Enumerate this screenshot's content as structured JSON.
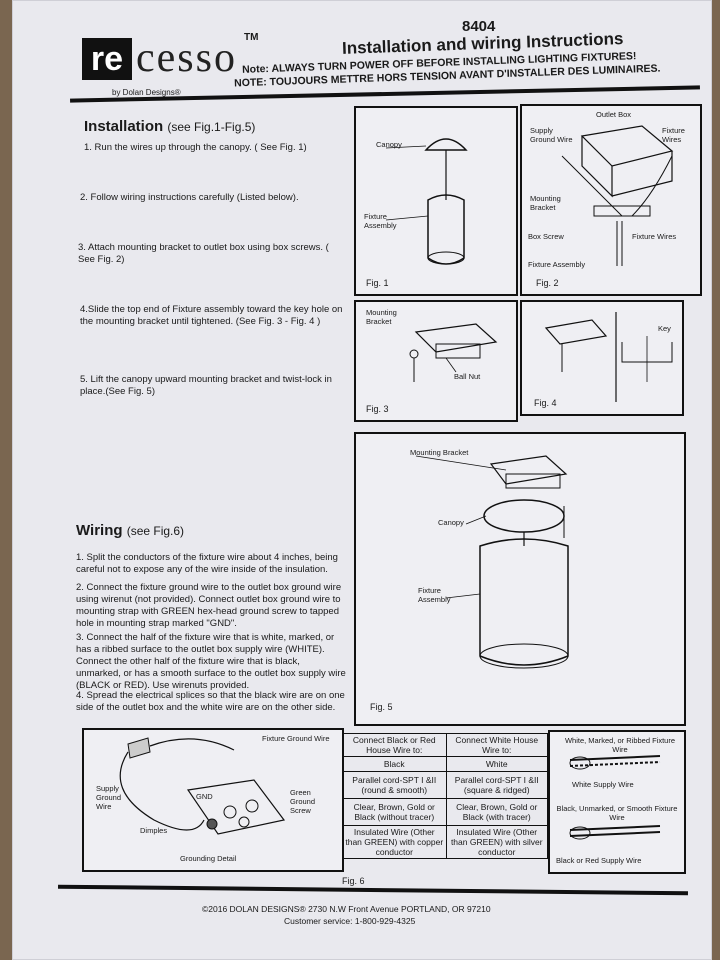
{
  "brand": {
    "re": "re",
    "cesso": "cesso",
    "tm": "TM",
    "by": "by Dolan Designs®"
  },
  "header": {
    "model": "8404",
    "title": "Installation and wiring Instructions",
    "note_en": "Note: ALWAYS TURN POWER OFF BEFORE INSTALLING LIGHTING FIXTURES!",
    "note_fr": "NOTE: TOUJOURS METTRE HORS TENSION AVANT D'INSTALLER DES LUMINAIRES."
  },
  "installation": {
    "heading": "Installation",
    "ref": "(see Fig.1-Fig.5)",
    "steps": [
      "1. Run the wires up through the canopy. ( See Fig. 1)",
      "2. Follow wiring instructions carefully (Listed below).",
      "3. Attach mounting bracket to outlet box using box screws. ( See Fig. 2)",
      "4.Slide the top end of Fixture assembly toward the key hole on the mounting bracket until tightened. (See Fig. 3 - Fig. 4 )",
      "5. Lift the canopy upward mounting bracket and twist-lock in place.(See Fig. 5)"
    ]
  },
  "wiring": {
    "heading": "Wiring",
    "ref": "(see Fig.6)",
    "steps": [
      "1. Split the conductors of the fixture wire about 4 inches, being careful not to expose any of the wire inside of the insulation.",
      "2. Connect the fixture ground wire to the outlet box ground wire using wirenut (not provided). Connect outlet box ground wire to mounting strap with GREEN hex-head ground screw to tapped hole in mounting strap marked \"GND\".",
      "3. Connect the half of the fixture wire that is white, marked, or has a ribbed surface to the outlet box supply wire (WHITE). Connect the other half of the fixture wire that is black, unmarked, or has a smooth surface to the outlet box supply wire (BLACK or RED). Use wirenuts provided.",
      "4. Spread the electrical splices so that the black wire are on one side of the outlet box and the white wire are on the other side."
    ]
  },
  "figures": {
    "fig1": {
      "caption": "Fig. 1",
      "canopy": "Canopy",
      "fixture": "Fixture Assembly"
    },
    "fig2": {
      "caption": "Fig. 2",
      "outlet_box": "Outlet Box",
      "supply_ground": "Supply Ground Wire",
      "fixture_wires": "Fixture Wires",
      "mounting_bracket": "Mounting Bracket",
      "box_screw": "Box Screw",
      "fixture_wires2": "Fixture Wires",
      "fixture_assembly": "Fixture Assembly"
    },
    "fig3": {
      "caption": "Fig. 3",
      "mounting_bracket": "Mounting Bracket",
      "ball_nut": "Ball Nut"
    },
    "fig4": {
      "caption": "Fig. 4",
      "key": "Key"
    },
    "fig5": {
      "caption": "Fig. 5",
      "mounting_bracket": "Mounting Bracket",
      "canopy": "Canopy",
      "fixture": "Fixture Assembly"
    },
    "fig6": {
      "caption": "Fig. 6",
      "fixture_ground": "Fixture Ground Wire",
      "supply_ground": "Supply Ground Wire",
      "gnd": "GND",
      "green_screw": "Green Ground Screw",
      "dimples": "Dimples",
      "grounding_detail": "Grounding Detail",
      "white_ribbed": "White, Marked, or Ribbed Fixture Wire",
      "white_supply": "White Supply Wire",
      "black_smooth": "Black, Unmarked, or Smooth Fixture Wire",
      "black_supply": "Black or Red Supply Wire"
    }
  },
  "wire_table": {
    "headers": [
      "Connect Black or Red House Wire to:",
      "Connect White House Wire to:"
    ],
    "rows": [
      [
        "Black",
        "White"
      ],
      [
        "Parallel cord-SPT I &II (round & smooth)",
        "Parallel cord-SPT I &II (square & ridged)"
      ],
      [
        "Clear, Brown, Gold or Black (without tracer)",
        "Clear, Brown, Gold or Black (with tracer)"
      ],
      [
        "Insulated Wire (Other than GREEN) with copper conductor",
        "Insulated Wire (Other than GREEN) with silver conductor"
      ]
    ]
  },
  "footer": {
    "address": "©2016 DOLAN DESIGNS® 2730 N.W Front Avenue PORTLAND, OR 97210",
    "service": "Customer service: 1-800-929-4325"
  }
}
